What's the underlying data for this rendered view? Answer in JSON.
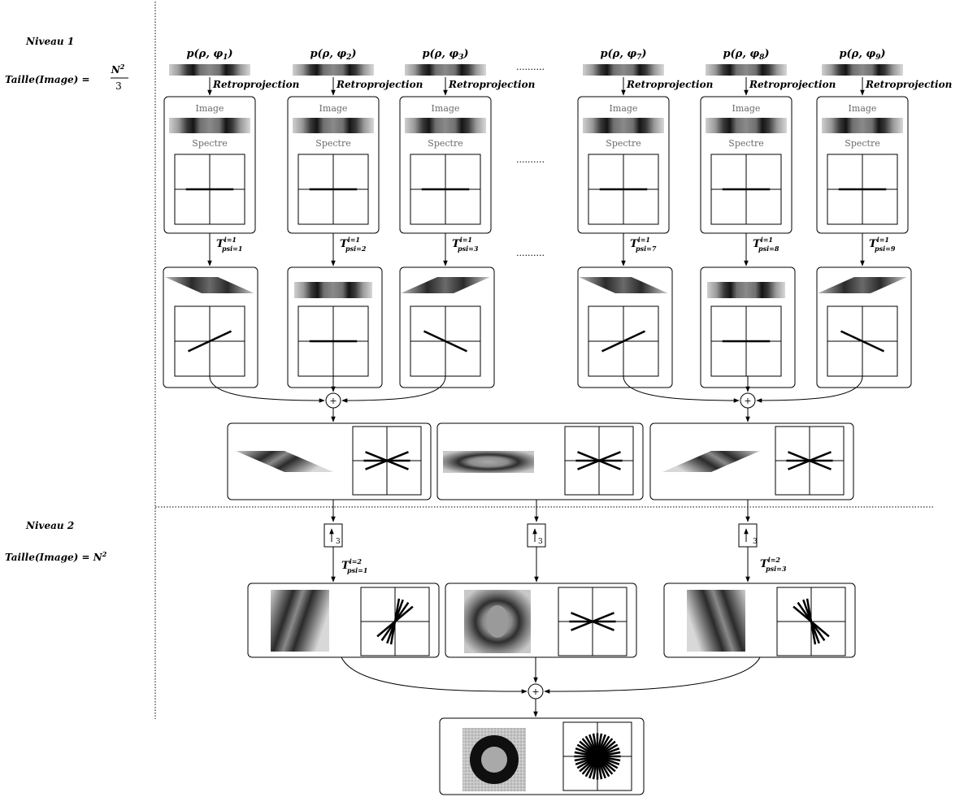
{
  "level1": {
    "label": "Niveau 1",
    "size_prefix": "Taille(Image) = ",
    "size_num": "N",
    "size_exp": "2",
    "size_den": "3"
  },
  "level2": {
    "label": "Niveau 2",
    "size_prefix": "Taille(Image) = N",
    "size_exp": "2"
  },
  "projections": [
    {
      "pre": "p(ρ, φ",
      "sub": "1",
      "post": ")"
    },
    {
      "pre": "p(ρ, φ",
      "sub": "2",
      "post": ")"
    },
    {
      "pre": "p(ρ, φ",
      "sub": "3",
      "post": ")"
    },
    {
      "pre": "p(ρ, φ",
      "sub": "7",
      "post": ")"
    },
    {
      "pre": "p(ρ, φ",
      "sub": "8",
      "post": ")"
    },
    {
      "pre": "p(ρ, φ",
      "sub": "9",
      "post": ")"
    }
  ],
  "retro_label": "Retroprojection",
  "image_label": "Image",
  "spectre_label": "Spectre",
  "t1": [
    {
      "sup": "i=1",
      "sub": "psi=1"
    },
    {
      "sup": "i=1",
      "sub": "psi=2"
    },
    {
      "sup": "i=1",
      "sub": "psi=3"
    },
    {
      "sup": "i=1",
      "sub": "psi=7"
    },
    {
      "sup": "i=1",
      "sub": "psi=8"
    },
    {
      "sup": "i=1",
      "sub": "psi=9"
    }
  ],
  "t2": [
    {
      "sup": "i=2",
      "sub": "psi=1"
    },
    {
      "sup": "i=2",
      "sub": "psi=3"
    }
  ],
  "t_symbol": "T",
  "upsample_factor": "3",
  "plus_symbol": "+",
  "ellipsis": ".........."
}
